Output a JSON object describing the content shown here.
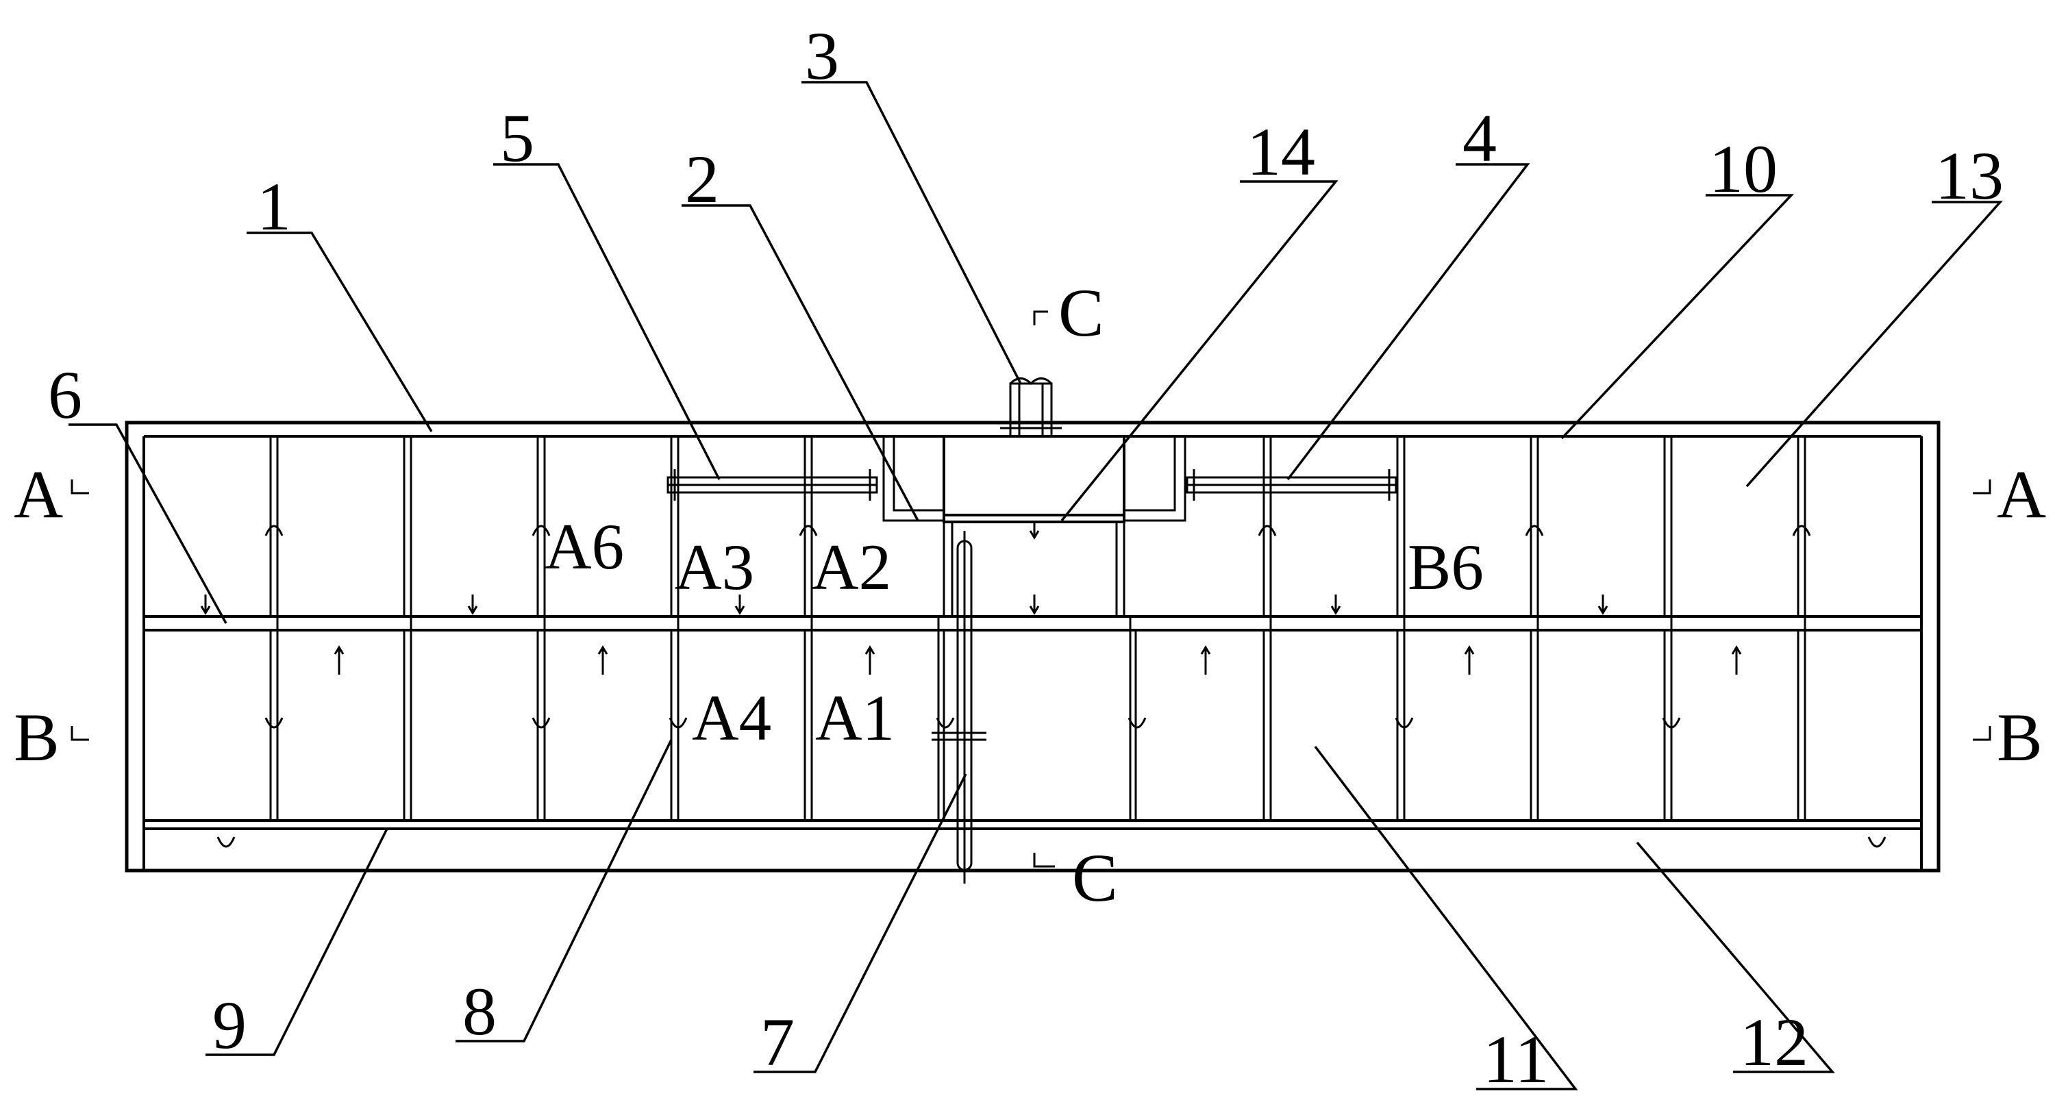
{
  "callouts": [
    {
      "id": "1",
      "label": "1"
    },
    {
      "id": "2",
      "label": "2"
    },
    {
      "id": "3",
      "label": "3"
    },
    {
      "id": "4",
      "label": "4"
    },
    {
      "id": "5",
      "label": "5"
    },
    {
      "id": "6",
      "label": "6"
    },
    {
      "id": "7",
      "label": "7"
    },
    {
      "id": "8",
      "label": "8"
    },
    {
      "id": "9",
      "label": "9"
    },
    {
      "id": "10",
      "label": "10"
    },
    {
      "id": "11",
      "label": "11"
    },
    {
      "id": "12",
      "label": "12"
    },
    {
      "id": "13",
      "label": "13"
    },
    {
      "id": "14",
      "label": "14"
    }
  ],
  "sections": {
    "a_left": "A",
    "a_right": "A",
    "b_left": "B",
    "b_right": "B",
    "c_top": "C",
    "c_bottom": "C"
  },
  "compartments": {
    "a6": "A6",
    "a3": "A3",
    "a2": "A2",
    "a4": "A4",
    "a1": "A1",
    "b6": "B6"
  }
}
